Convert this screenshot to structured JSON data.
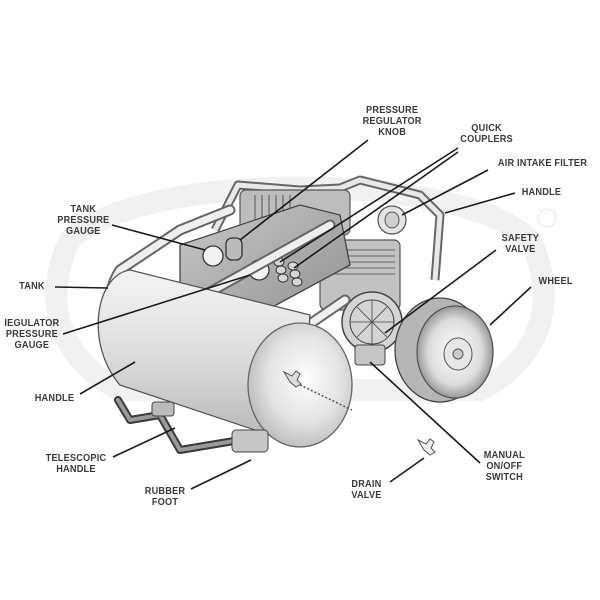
{
  "diagram": {
    "subject": "Portable air compressor",
    "labels": {
      "pressure_regulator_knob": "PRESSURE\nREGULATOR\nKNOB",
      "quick_couplers": "QUICK\nCOUPLERS",
      "air_intake_filter": "AIR INTAKE FILTER",
      "handle_top": "HANDLE",
      "tank_pressure_gauge": "TANK\nPRESSURE\nGAUGE",
      "safety_valve": "SAFETY\nVALVE",
      "tank": "TANK",
      "wheel": "WHEEL",
      "regulator_pressure_gauge": "IEGULATOR\nPRESSURE\nGAUGE",
      "handle_front": "HANDLE",
      "telescopic_handle": "TELESCOPIC\nHANDLE",
      "rubber_foot": "RUBBER\nFOOT",
      "drain_valve": "DRAIN\nVALVE",
      "manual_switch": "MANUAL\nON/OFF\nSWITCH"
    },
    "watermark": "®",
    "colors": {
      "label_text": "#3a3a3a",
      "leader_line": "#1a1a1a",
      "tank_fill": "#e6e6e6",
      "outline": "#555555"
    }
  }
}
